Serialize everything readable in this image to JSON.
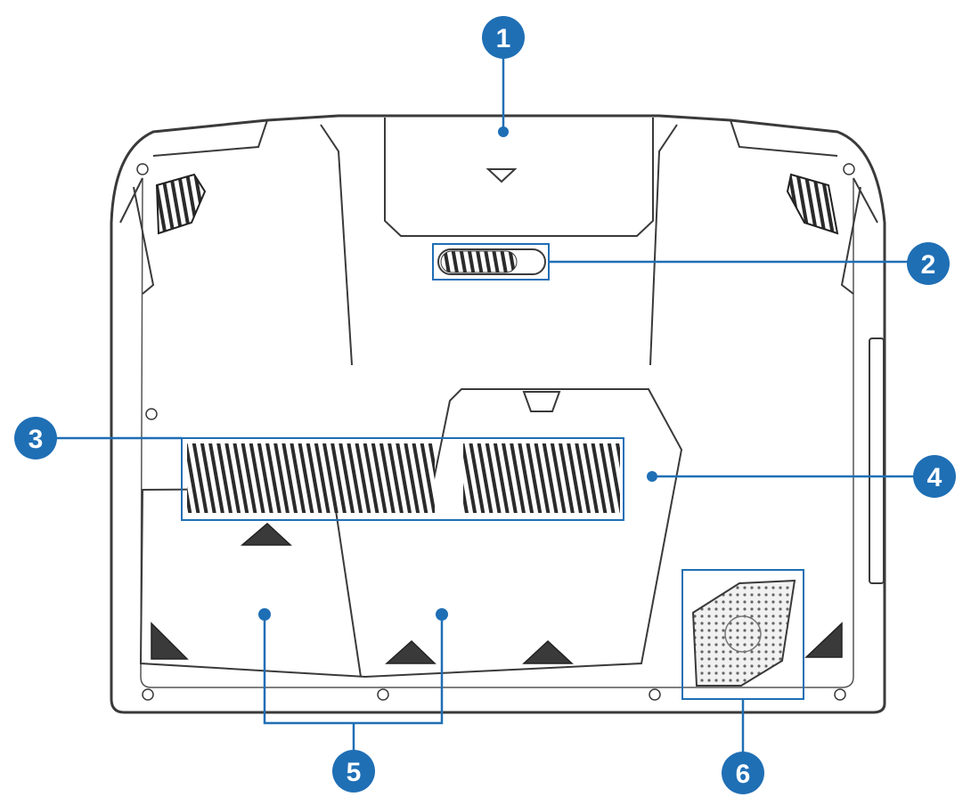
{
  "callouts": [
    {
      "id": "1",
      "label": "1"
    },
    {
      "id": "2",
      "label": "2"
    },
    {
      "id": "3",
      "label": "3"
    },
    {
      "id": "4",
      "label": "4"
    },
    {
      "id": "5",
      "label": "5"
    },
    {
      "id": "6",
      "label": "6"
    }
  ],
  "colors": {
    "callout_fill": "#1f6fb5",
    "leader_line": "#1f6fb5",
    "outline": "#3a3a3a",
    "body": "#ffffff",
    "vent": "#2b2b2b"
  }
}
